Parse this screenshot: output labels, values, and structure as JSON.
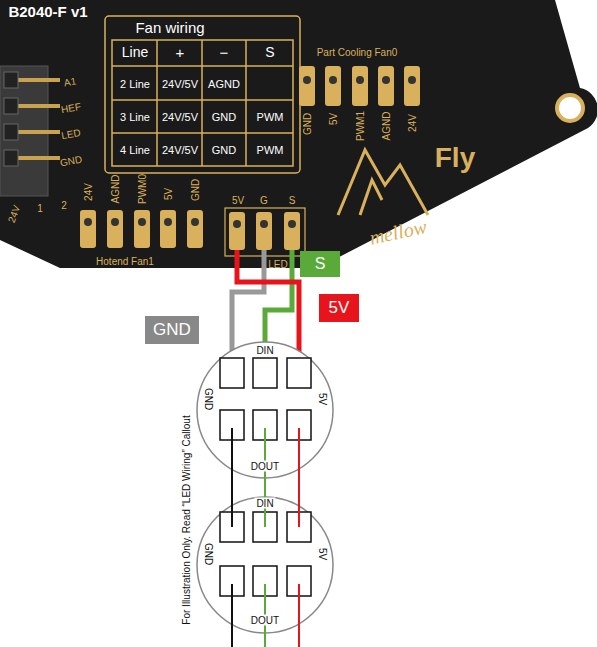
{
  "diagram": {
    "nodes": [
      {
        "text": [
          "S"
        ]
      },
      {
        "text": [
          "5V"
        ]
      },
      {
        "text": [
          "GND"
        ]
      }
    ],
    "labels": [
      "B2040-F v1",
      "Fan wiring",
      "Line",
      "+",
      "−",
      "S",
      "2 Line",
      "24V/5V",
      "AGND",
      "3 Line",
      "24V/5V",
      "GND",
      "PWM",
      "4 Line",
      "24V/5V",
      "GND",
      "PWM",
      "Part Cooling Fan0",
      "GND",
      "5V",
      "PWM1",
      "AGND",
      "24V",
      "Fly",
      "mellow",
      "A1",
      "HEF",
      "LED",
      "GND",
      "24V",
      "AGND",
      "PWM0",
      "5V",
      "GND",
      "Hotend Fan1",
      "5V",
      "G",
      "S",
      "LED",
      "24V",
      "1",
      "2",
      "DIN",
      "GND",
      "5V",
      "DOUT",
      "DIN",
      "GND",
      "5V",
      "DOUT",
      "For Illustration Only. Read “LED Wiring” Callout"
    ]
  }
}
